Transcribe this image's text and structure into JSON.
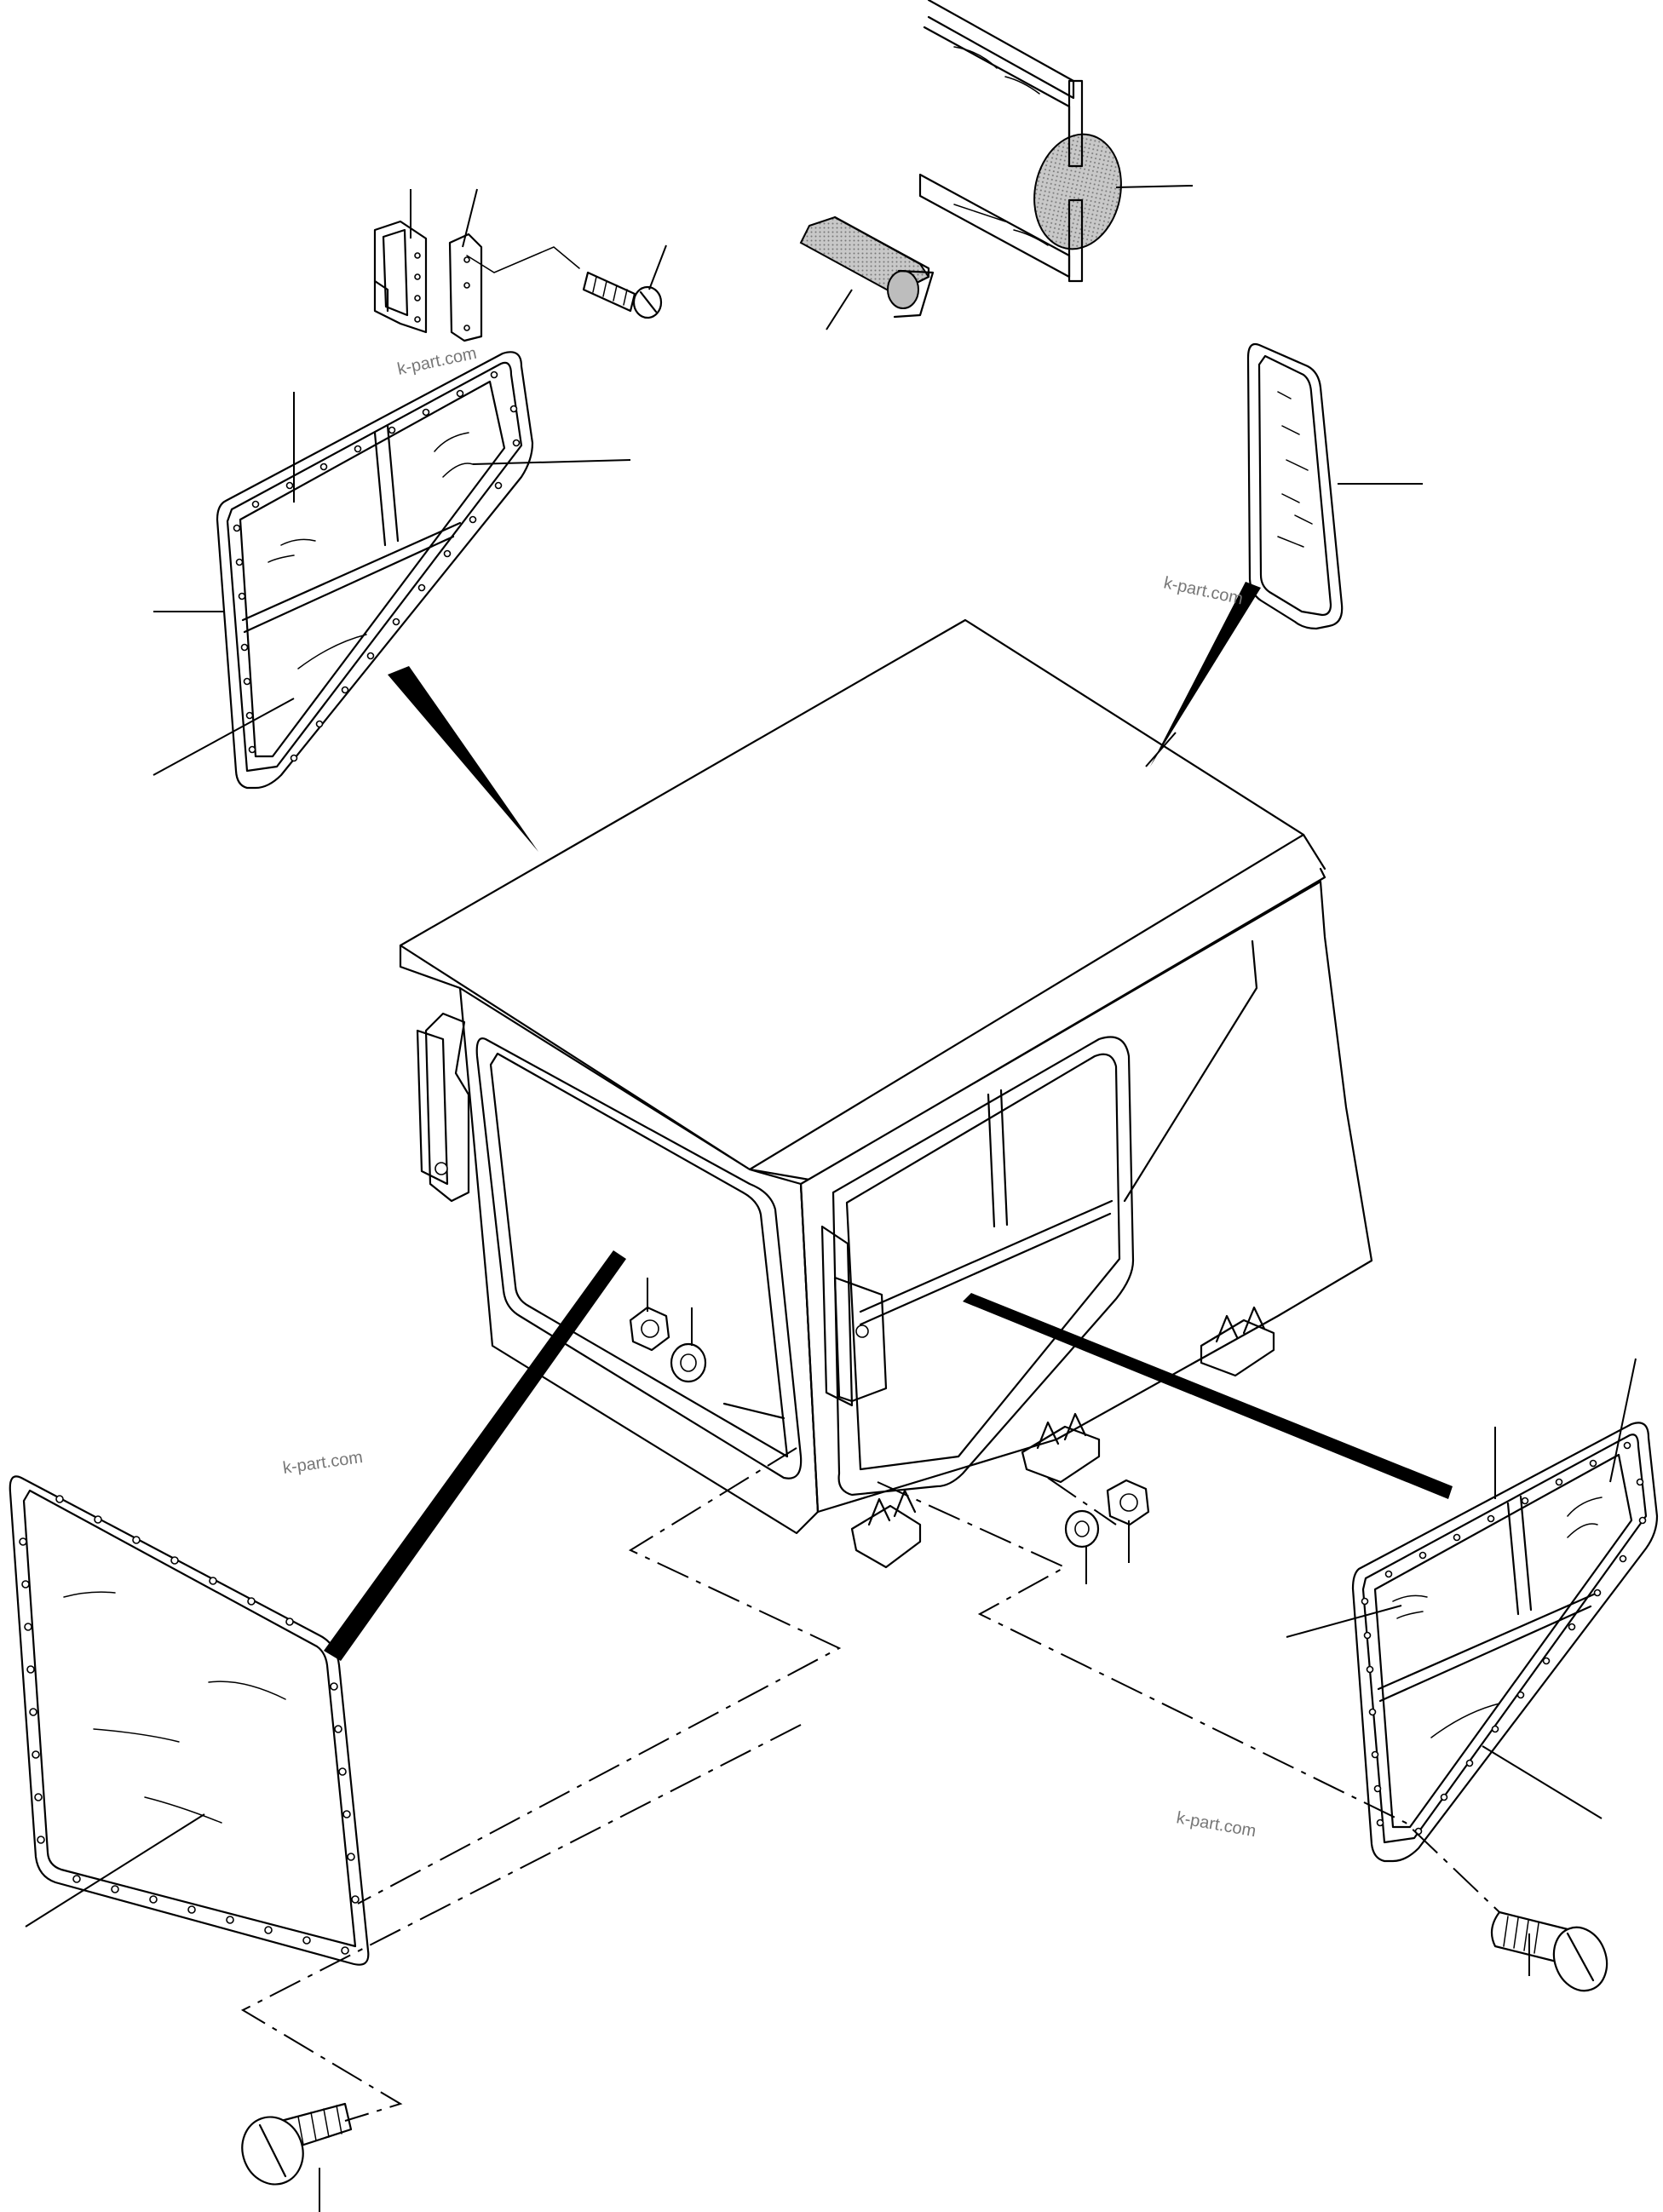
{
  "diagram": {
    "subject": "Operator cab exploded parts view",
    "watermarks": [
      "k-part.com",
      "k-part.com",
      "k-part.com",
      "k-part.com"
    ]
  }
}
